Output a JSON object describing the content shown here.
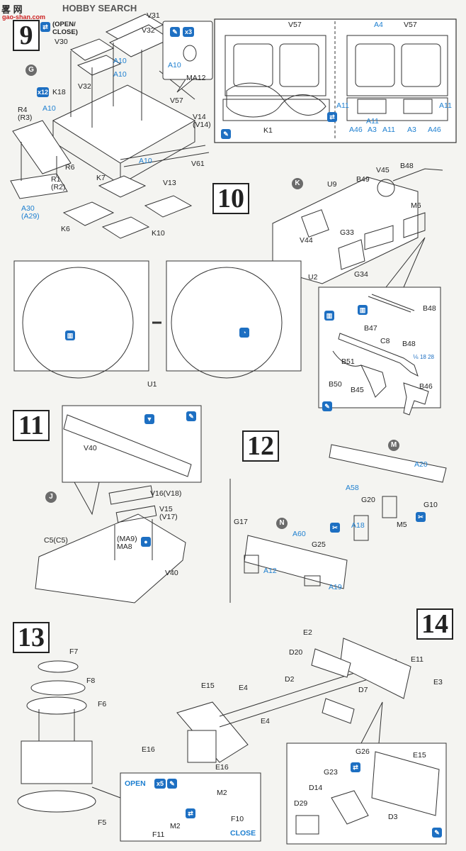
{
  "watermark": {
    "brand": "HOBBY SEARCH",
    "brand_cn": "畧 网",
    "site": "gao-shan.com"
  },
  "steps": {
    "s9": {
      "number": "9",
      "open_close": "(OPEN/\nCLOSE)",
      "assembly": "G",
      "labels": {
        "V31": "V31",
        "V32a": "V32",
        "V30": "V30",
        "V32b": "V32",
        "A10a": "A10",
        "A10b": "A10",
        "K18": "K18",
        "A10c": "A10",
        "V57": "V57",
        "V14": "V14\n(V14)",
        "R4": "R4\n(R3)",
        "R6": "R6",
        "R1": "R1\n(R2)",
        "K7": "K7",
        "A10d": "A10",
        "V61": "V61",
        "V13": "V13",
        "A30": "A30\n(A29)",
        "K6": "K6",
        "K10": "K10",
        "A10e": "A10",
        "MA12": "MA12",
        "x12": "x12",
        "x3": "x3"
      }
    },
    "s9b": {
      "labels": {
        "V57a": "V57",
        "V57b": "V57",
        "A4": "A4",
        "K1": "K1",
        "A11a": "A11",
        "A11b": "A11",
        "A11c": "A11",
        "A11d": "A11",
        "A46a": "A46",
        "A3a": "A3",
        "A3b": "A3",
        "A46b": "A46"
      }
    },
    "s10": {
      "number": "10",
      "assembly": "K",
      "labels": {
        "U9": "U9",
        "B49": "B49",
        "V45": "V45",
        "B48a": "B48",
        "M6": "M6",
        "G33": "G33",
        "V44": "V44",
        "G34": "G34",
        "U2": "U2",
        "B48b": "B48",
        "B47": "B47",
        "C8": "C8",
        "B48c": "B48",
        "B51": "B51",
        "B50": "B50",
        "B45": "B45",
        "B46": "B46",
        "U1": "U1",
        "scale": "⅙ 18 28"
      }
    },
    "s11": {
      "number": "11",
      "assembly": "J",
      "labels": {
        "V40a": "V40",
        "V16": "V16(V18)",
        "V15": "V15\n(V17)",
        "MA": "(MA9)\nMA8",
        "C5": "C5(C5)",
        "V40b": "V40"
      }
    },
    "s12": {
      "number": "12",
      "assembly_m": "M",
      "assembly_n": "N",
      "labels": {
        "A20": "A20",
        "A58": "A58",
        "G20": "G20",
        "G10": "G10",
        "M5": "M5",
        "G17": "G17",
        "A60": "A60",
        "A18": "A18",
        "G25": "G25",
        "A12": "A12",
        "A19": "A19"
      }
    },
    "s13": {
      "number": "13",
      "labels": {
        "F7": "F7",
        "F8": "F8",
        "F6": "F6",
        "F5": "F5",
        "open": "OPEN",
        "x5": "x5",
        "M2a": "M2",
        "F11": "F11",
        "M2b": "M2",
        "F10": "F10",
        "close": "CLOSE"
      }
    },
    "s14": {
      "number": "14",
      "labels": {
        "E2": "E2",
        "D20": "D20",
        "E11": "E11",
        "D2": "D2",
        "E15a": "E15",
        "E4a": "E4",
        "D7": "D7",
        "E3": "E3",
        "E4b": "E4",
        "E16a": "E16",
        "E16b": "E16",
        "G26": "G26",
        "E15b": "E15",
        "G23": "G23",
        "D14": "D14",
        "D29": "D29",
        "D3": "D3"
      }
    }
  },
  "colors": {
    "accent": "#1d7fd0",
    "badge": "#1d6fc2",
    "line": "#333333"
  }
}
